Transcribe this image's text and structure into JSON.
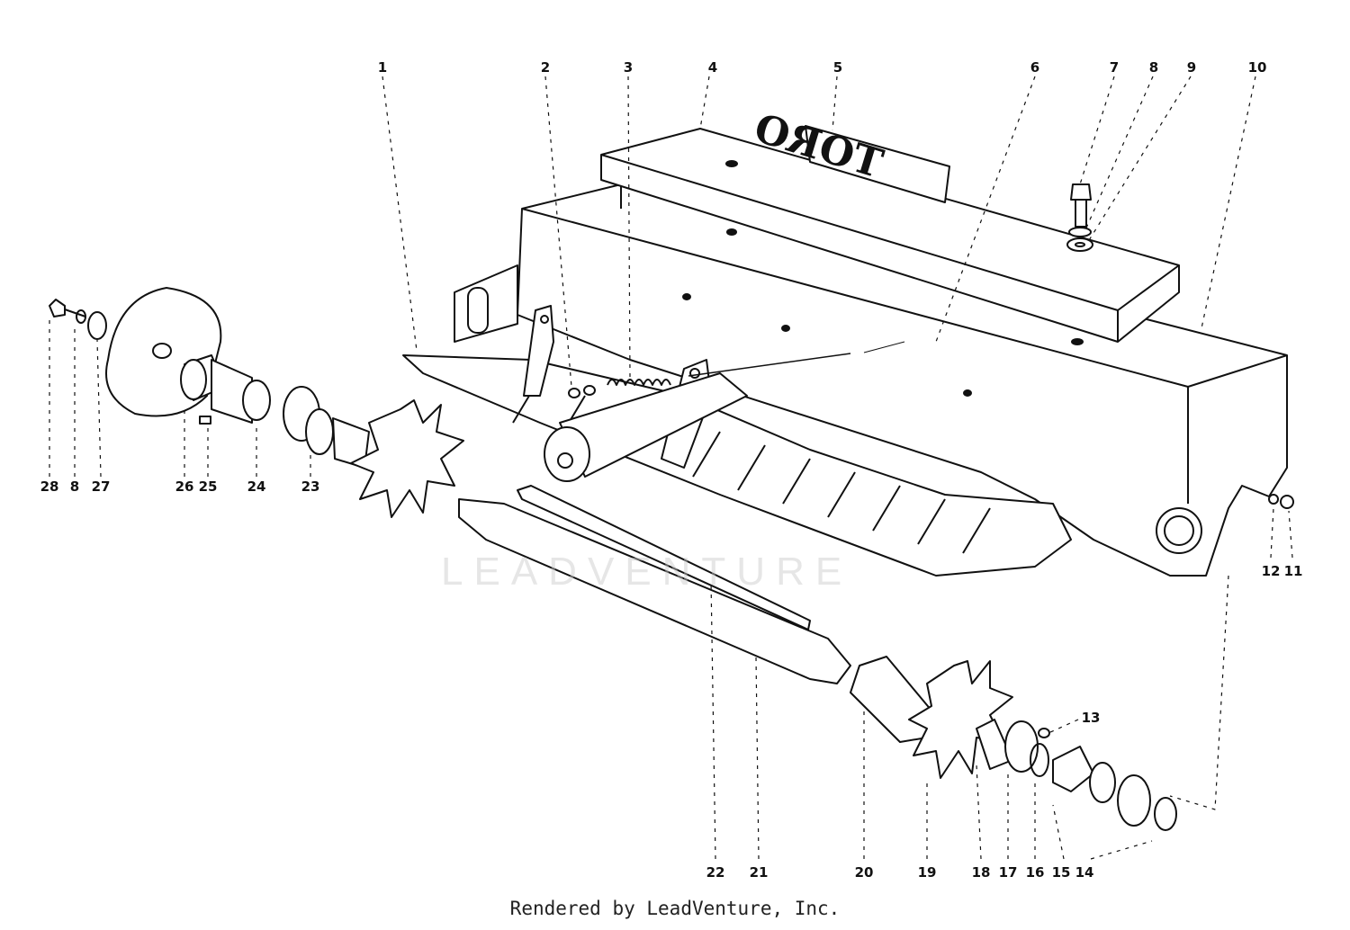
{
  "brand_plate_text": "TORO",
  "watermark": "LEADVENTURE",
  "footer": "Rendered by LeadVenture, Inc.",
  "labels": [
    {
      "id": "1",
      "text": "1"
    },
    {
      "id": "2",
      "text": "2"
    },
    {
      "id": "3",
      "text": "3"
    },
    {
      "id": "4",
      "text": "4"
    },
    {
      "id": "5",
      "text": "5"
    },
    {
      "id": "6",
      "text": "6"
    },
    {
      "id": "7",
      "text": "7"
    },
    {
      "id": "8a",
      "text": "8"
    },
    {
      "id": "9",
      "text": "9"
    },
    {
      "id": "10",
      "text": "10"
    },
    {
      "id": "11",
      "text": "11"
    },
    {
      "id": "12",
      "text": "12"
    },
    {
      "id": "13",
      "text": "13"
    },
    {
      "id": "14",
      "text": "14"
    },
    {
      "id": "15",
      "text": "15"
    },
    {
      "id": "16",
      "text": "16"
    },
    {
      "id": "17",
      "text": "17"
    },
    {
      "id": "18",
      "text": "18"
    },
    {
      "id": "19",
      "text": "19"
    },
    {
      "id": "20",
      "text": "20"
    },
    {
      "id": "21",
      "text": "21"
    },
    {
      "id": "22",
      "text": "22"
    },
    {
      "id": "23",
      "text": "23"
    },
    {
      "id": "24",
      "text": "24"
    },
    {
      "id": "25",
      "text": "25"
    },
    {
      "id": "26",
      "text": "26"
    },
    {
      "id": "27",
      "text": "27"
    },
    {
      "id": "8b",
      "text": "8"
    },
    {
      "id": "28",
      "text": "28"
    }
  ],
  "colors": {
    "ink": "#111111",
    "background": "#ffffff",
    "watermark": "#c8c8c8"
  }
}
